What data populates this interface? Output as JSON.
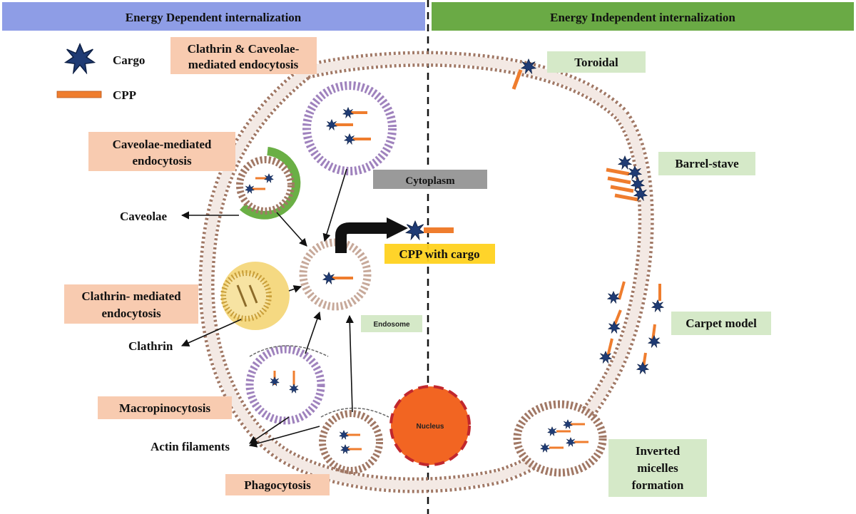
{
  "headers": {
    "left": "Energy Dependent internalization",
    "right": "Energy Independent internalization"
  },
  "legend": {
    "cargo": "Cargo",
    "cpp": "CPP"
  },
  "pathways": {
    "clathrin_caveolae_line1": "Clathrin & Caveolae-",
    "clathrin_caveolae_line2": "mediated endocytosis",
    "caveolae_mediated_line1": "Caveolae-mediated",
    "caveolae_mediated_line2": "endocytosis",
    "clathrin_mediated_line1": "Clathrin- mediated",
    "clathrin_mediated_line2": "endocytosis",
    "macropinocytosis": "Macropinocytosis",
    "phagocytosis": "Phagocytosis"
  },
  "structures": {
    "caveolae": "Caveolae",
    "clathrin": "Clathrin",
    "actin_filaments": "Actin filaments",
    "cytoplasm": "Cytoplasm",
    "endosome": "Endosome",
    "nucleus": "Nucleus",
    "cpp_with_cargo": "CPP with cargo"
  },
  "models": {
    "toroidal": "Toroidal",
    "barrel_stave": "Barrel-stave",
    "carpet": "Carpet model",
    "inverted_line1": "Inverted",
    "inverted_line2": "micelles",
    "inverted_line3": "formation"
  },
  "colors": {
    "left_header": "#8e9de6",
    "right_header": "#6aaa45",
    "salmon_box": "#f8cbb0",
    "green_box": "#d5e9c8",
    "gray_box": "#9a9a9a",
    "membrane": "#a17865",
    "membrane_fill": "#f3e9e4",
    "vesicle_purple": "#9f82bd",
    "caveolin_green": "#6aaf45",
    "clathrin_yellow": "#f3d26c",
    "cpp_orange": "#ef7d2e",
    "cargo_blue": "#1f3b74",
    "nucleus": "#f26522",
    "highlight_yellow": "#ffd21f"
  }
}
